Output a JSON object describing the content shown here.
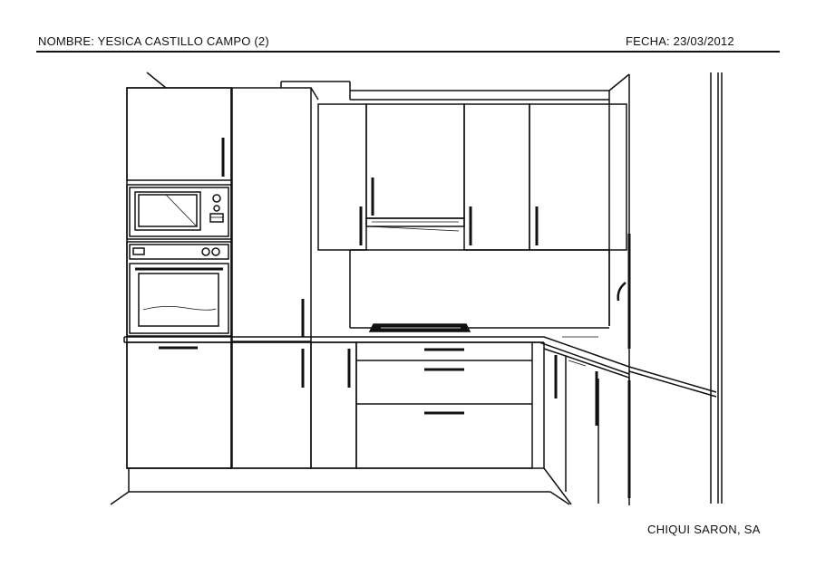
{
  "header": {
    "nombre": "NOMBRE:  YESICA CASTILLO CAMPO (2)",
    "fecha": "FECHA: 23/03/2012"
  },
  "footer": {
    "company": "CHIQUI SARON, SA"
  }
}
